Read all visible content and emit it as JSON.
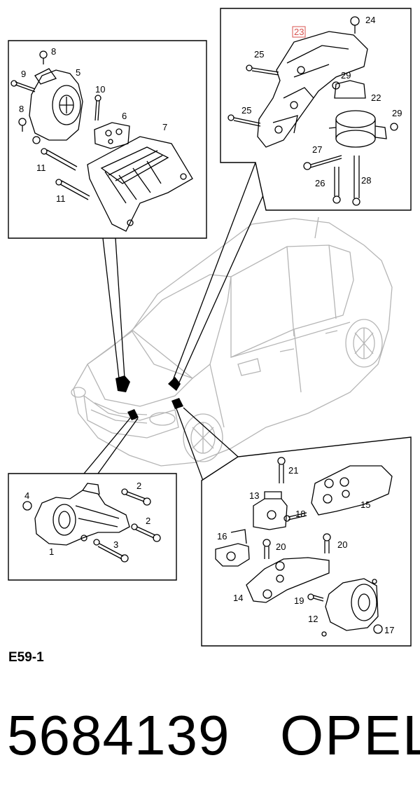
{
  "diagram_code": "E59-1",
  "part_number": "5684139",
  "brand": "OPEL",
  "callouts": {
    "c1": "1",
    "c2a": "2",
    "c2b": "2",
    "c3": "3",
    "c4": "4",
    "c5": "5",
    "c6": "6",
    "c7": "7",
    "c8a": "8",
    "c8b": "8",
    "c9": "9",
    "c10": "10",
    "c11a": "11",
    "c11b": "11",
    "c12": "12",
    "c13": "13",
    "c14": "14",
    "c15": "15",
    "c16": "16",
    "c17": "17",
    "c18": "18",
    "c19": "19",
    "c20a": "20",
    "c20b": "20",
    "c21": "21",
    "c22": "22",
    "c23": "23",
    "c24": "24",
    "c25a": "25",
    "c25b": "25",
    "c26": "26",
    "c27": "27",
    "c28": "28",
    "c29a": "29",
    "c29b": "29"
  },
  "colors": {
    "line": "#000000",
    "car_line": "#b5b5b5",
    "highlight": "#d8534f"
  }
}
